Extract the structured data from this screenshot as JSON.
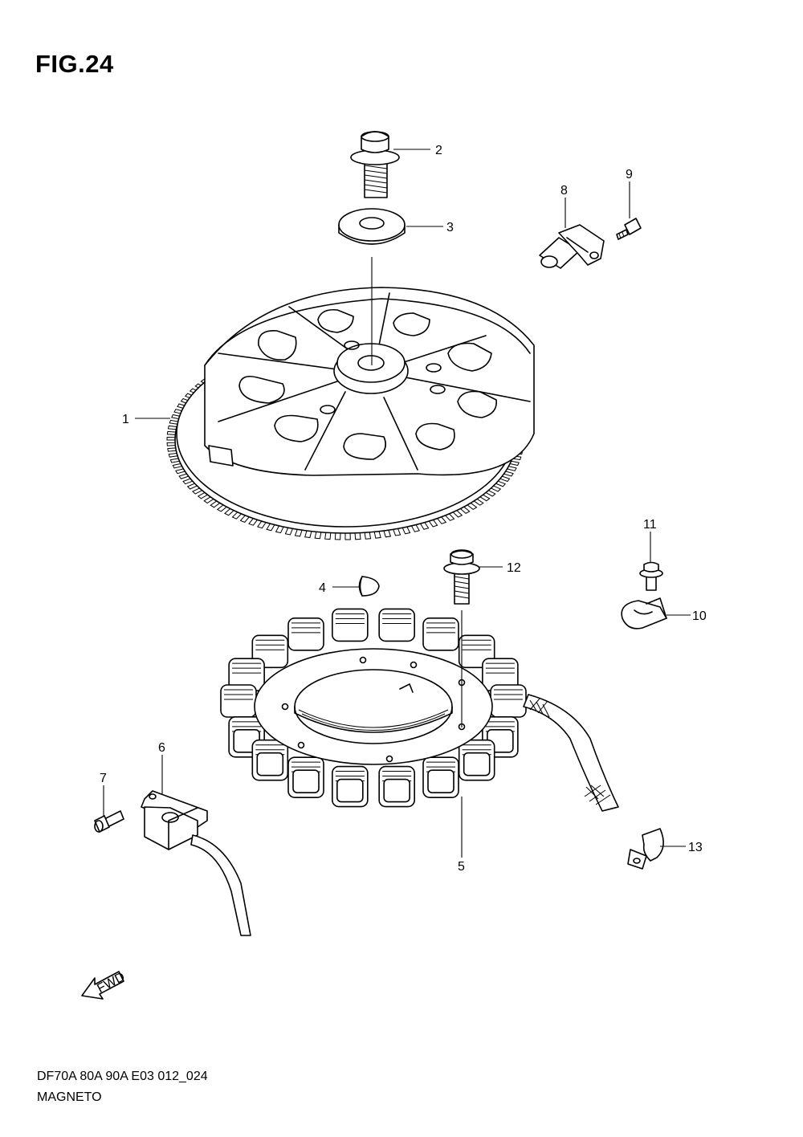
{
  "figure": {
    "title": "FIG.24",
    "model_code": "DF70A 80A 90A E03 012_024",
    "section_name": "MAGNETO",
    "fwd_label": "FWD"
  },
  "callouts": [
    "1",
    "2",
    "3",
    "4",
    "5",
    "6",
    "7",
    "8",
    "9",
    "10",
    "11",
    "12",
    "13"
  ],
  "parts": [
    {
      "ref": "1",
      "icon": "flywheel-icon"
    },
    {
      "ref": "2",
      "icon": "flange-bolt-icon"
    },
    {
      "ref": "3",
      "icon": "washer-icon"
    },
    {
      "ref": "4",
      "icon": "woodruff-key-icon"
    },
    {
      "ref": "5",
      "icon": "stator-icon"
    },
    {
      "ref": "6",
      "icon": "pulser-coil-icon"
    },
    {
      "ref": "7",
      "icon": "screw-icon"
    },
    {
      "ref": "8",
      "icon": "crank-position-sensor-icon"
    },
    {
      "ref": "9",
      "icon": "bolt-icon"
    },
    {
      "ref": "10",
      "icon": "clamp-icon"
    },
    {
      "ref": "11",
      "icon": "bolt-icon"
    },
    {
      "ref": "12",
      "icon": "bolt-icon"
    },
    {
      "ref": "13",
      "icon": "clamp-icon"
    }
  ]
}
